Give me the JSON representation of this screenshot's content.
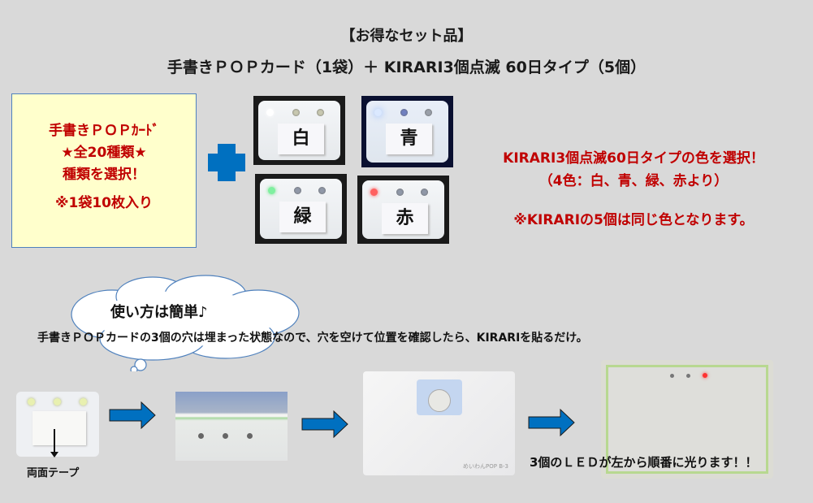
{
  "header": {
    "title": "【お得なセット品】",
    "subtitle": "手書きＰＯＰカード（1袋）＋ KIRARI3個点滅 60日タイプ（5個）"
  },
  "pop_card_box": {
    "line1": "手書きＰＯＰｶｰﾄﾞ",
    "line2": "★全20種類★",
    "line3": "種類を選択！",
    "line4": "※1袋10枚入り",
    "bg_color": "#ffffcc",
    "text_color": "#c00000"
  },
  "plus_icon": {
    "color": "#0070c0"
  },
  "led_variants": [
    {
      "label": "白",
      "led_color": "#ffffff"
    },
    {
      "label": "青",
      "led_color": "#cfe4ff"
    },
    {
      "label": "緑",
      "led_color": "#5fe07a"
    },
    {
      "label": "赤",
      "led_color": "#ff4a4a"
    }
  ],
  "color_select": {
    "line1": "KIRARI3個点滅60日タイプの色を選択！",
    "line2": "（4色：白、青、緑、赤より）",
    "line3": "※KIRARIの5個は同じ色となります。"
  },
  "usage": {
    "cloud_text": "使い方は簡単♪",
    "instruction": "手書きＰＯＰカードの3個の穴は埋まった状態なので、穴を空けて位置を確認したら、KIRARIを貼るだけ。",
    "tape_label": "両面テープ",
    "card_caption": "めいわんPOP B-3",
    "final_text": "3個のＬＥＤが左から順番に光ります！！"
  },
  "colors": {
    "background": "#d9d9d9",
    "accent_blue": "#0070c0",
    "accent_red": "#c00000"
  }
}
